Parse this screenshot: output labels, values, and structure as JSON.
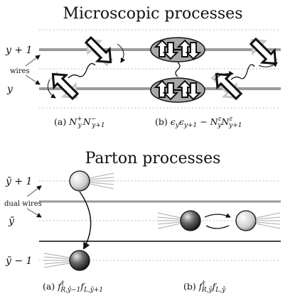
{
  "top": {
    "title": "Microscopic processes",
    "label_y_plus_1": "y + 1",
    "label_y": "y",
    "wires_label": "wires",
    "caption_a": {
      "prefix": "(a) ",
      "text": "N",
      "sup1": "+",
      "sub1": "y",
      "text2": "N",
      "sup2": "−",
      "sub2": "y+1"
    },
    "caption_b": {
      "prefix": "(b) ",
      "text": "ϵ",
      "sub1": "y",
      "text2": "ϵ",
      "sub2": "y+1",
      "minus": " − ",
      "text3": "N",
      "sup3": "z",
      "sub3": "y",
      "text4": "N",
      "sup4": "z",
      "sub4": "y+1"
    }
  },
  "bottom": {
    "title": "Parton processes",
    "label_top": "ỹ + 1",
    "label_mid": "ỹ",
    "label_bot": "ỹ − 1",
    "dual_wires_label": "dual wires",
    "caption_a": {
      "prefix": "(a) ",
      "text": "f",
      "sup1": "†",
      "sub1": "R,ỹ−1",
      "text2": "f",
      "sub2": "L,ỹ+1"
    },
    "caption_b": {
      "prefix": "(b) ",
      "text": "f",
      "sup1": "†",
      "sub1": "R,ỹ",
      "text2": "f",
      "sub2": "L,ỹ"
    }
  },
  "colors": {
    "wire": "#9a9a9a",
    "dotted": "#bdbdbd",
    "oval": "#a8a8a8",
    "ghost": "#c8c8c8"
  }
}
